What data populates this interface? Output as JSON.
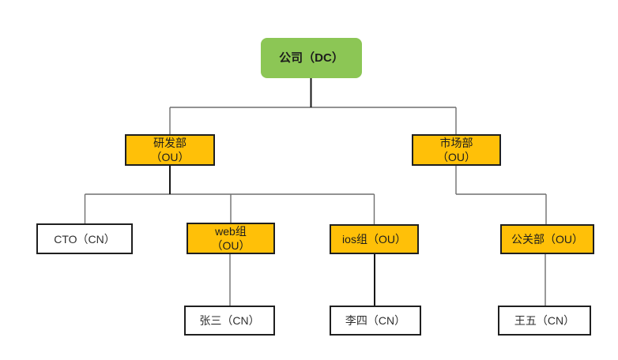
{
  "diagram": {
    "type": "org-tree",
    "nodes": {
      "company": {
        "lines": [
          "公司（DC）"
        ],
        "entry_type": "DC"
      },
      "rd_dept": {
        "lines": [
          "研发部",
          "（OU）"
        ],
        "entry_type": "OU"
      },
      "market_dept": {
        "lines": [
          "市场部",
          "（OU）"
        ],
        "entry_type": "OU"
      },
      "cto": {
        "lines": [
          "CTO（CN）"
        ],
        "entry_type": "CN"
      },
      "web_group": {
        "lines": [
          "web组",
          "（OU）"
        ],
        "entry_type": "OU"
      },
      "ios_group": {
        "lines": [
          "ios组（OU）"
        ],
        "entry_type": "OU"
      },
      "pr_dept": {
        "lines": [
          "公关部（OU）"
        ],
        "entry_type": "OU"
      },
      "zhangsan": {
        "lines": [
          "张三（CN）"
        ],
        "entry_type": "CN"
      },
      "lisi": {
        "lines": [
          "李四（CN）"
        ],
        "entry_type": "CN"
      },
      "wangwu": {
        "lines": [
          "王五（CN）"
        ],
        "entry_type": "CN"
      }
    },
    "edges": [
      {
        "from": "company",
        "to": "rd_dept"
      },
      {
        "from": "company",
        "to": "market_dept"
      },
      {
        "from": "rd_dept",
        "to": "cto"
      },
      {
        "from": "rd_dept",
        "to": "web_group"
      },
      {
        "from": "rd_dept",
        "to": "ios_group"
      },
      {
        "from": "market_dept",
        "to": "pr_dept"
      },
      {
        "from": "web_group",
        "to": "zhangsan"
      },
      {
        "from": "ios_group",
        "to": "lisi"
      },
      {
        "from": "pr_dept",
        "to": "wangwu"
      }
    ],
    "colors": {
      "dc_fill": "#8cc655",
      "ou_fill": "#ffc008",
      "cn_fill": "#ffffff",
      "node_border": "#1f1f1f",
      "line_gray": "#6f6f6f",
      "line_dark": "#161616"
    }
  }
}
